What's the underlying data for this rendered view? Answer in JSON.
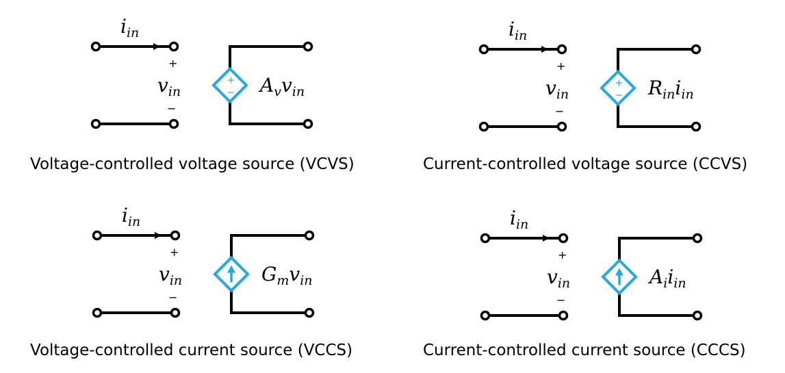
{
  "circuits": [
    {
      "caption": "Voltage-controlled voltage source (VCVS)",
      "source_type": "voltage",
      "input_current": {
        "base": "i",
        "sub": "in"
      },
      "input_voltage": {
        "base": "v",
        "sub": "in"
      },
      "plus": "+",
      "minus": "−",
      "source_plus": "+",
      "source_minus": "−",
      "gain": {
        "coef": "A",
        "coef_sub": "v",
        "var": "v",
        "var_sub": "in"
      }
    },
    {
      "caption": "Current-controlled voltage source (CCVS)",
      "source_type": "voltage",
      "input_current": {
        "base": "i",
        "sub": "in"
      },
      "input_voltage": {
        "base": "v",
        "sub": "in"
      },
      "plus": "+",
      "minus": "−",
      "source_plus": "+",
      "source_minus": "−",
      "gain": {
        "coef": "R",
        "coef_sub": "in",
        "var": "i",
        "var_sub": "in"
      }
    },
    {
      "caption": "Voltage-controlled current source (VCCS)",
      "source_type": "current",
      "input_current": {
        "base": "i",
        "sub": "in"
      },
      "input_voltage": {
        "base": "v",
        "sub": "in"
      },
      "plus": "+",
      "minus": "−",
      "source_plus": "",
      "source_minus": "",
      "gain": {
        "coef": "G",
        "coef_sub": "m",
        "var": "v",
        "var_sub": "in"
      }
    },
    {
      "caption": "Current-controlled current source (CCCS)",
      "source_type": "current",
      "input_current": {
        "base": "i",
        "sub": "in"
      },
      "input_voltage": {
        "base": "v",
        "sub": "in"
      },
      "plus": "+",
      "minus": "−",
      "source_plus": "",
      "source_minus": "",
      "gain": {
        "coef": "A",
        "coef_sub": "i",
        "var": "i",
        "var_sub": "in"
      }
    }
  ],
  "colors": {
    "wire": "#000000",
    "source": "#22aae6"
  },
  "icons": {
    "voltage_source": "dependent-voltage-source-icon",
    "current_source": "dependent-current-source-icon"
  }
}
